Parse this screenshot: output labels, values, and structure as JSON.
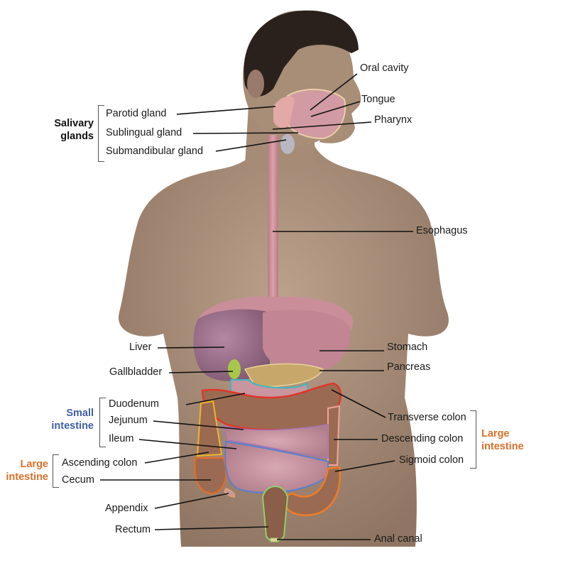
{
  "figure": {
    "title": "Human digestive system",
    "colors": {
      "label_text": "#1a1a1a",
      "small_intestine_group": "#3f5fa8",
      "large_intestine_group": "#d9702a",
      "salivary_group": "#111111",
      "skin": "#a88d77",
      "hair": "#2b211c",
      "organ_pink": "#c98a95",
      "liver": "#9c6f8a",
      "outline_transverse": "#e0362a",
      "outline_ascending": "#f0b429",
      "outline_cecum": "#ec6a24",
      "outline_duodenum": "#3fb6c0",
      "outline_jejunum": "#a774b7",
      "outline_ileum": "#5b7fd0",
      "outline_descending": "#f2a39a",
      "outline_sigmoid": "#ef7b2a",
      "outline_rectum": "#8fd16a",
      "gallbladder": "#a6c84a",
      "pancreas": "#e0c27a"
    }
  },
  "groups": {
    "salivary": {
      "line1": "Salivary",
      "line2": "glands"
    },
    "small_intestine": {
      "line1": "Small",
      "line2": "intestine"
    },
    "large_intestine_left": {
      "line1": "Large",
      "line2": "intestine"
    },
    "large_intestine_right": {
      "line1": "Large",
      "line2": "intestine"
    }
  },
  "labels": {
    "oral_cavity": "Oral cavity",
    "tongue": "Tongue",
    "pharynx": "Pharynx",
    "parotid_gland": "Parotid gland",
    "sublingual_gland": "Sublingual gland",
    "submandibular_gland": "Submandibular gland",
    "esophagus": "Esophagus",
    "liver": "Liver",
    "gallbladder": "Gallbladder",
    "stomach": "Stomach",
    "pancreas": "Pancreas",
    "duodenum": "Duodenum",
    "jejunum": "Jejunum",
    "ileum": "Ileum",
    "ascending_colon": "Ascending colon",
    "cecum": "Cecum",
    "appendix": "Appendix",
    "rectum": "Rectum",
    "anal_canal": "Anal canal",
    "transverse_colon": "Transverse colon",
    "descending_colon": "Descending colon",
    "sigmoid_colon": "Sigmoid colon"
  }
}
